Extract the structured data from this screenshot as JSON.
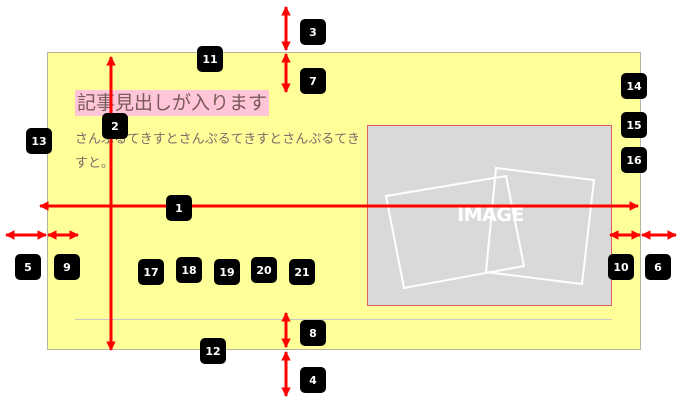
{
  "heading": "記事見出しが入ります",
  "body_text": "さんぷるてきすとさんぷるてきすとさんぷるてきすと。",
  "image_label": "IMAGE",
  "colors": {
    "card_bg": "#ffff99",
    "heading_bg": "#ffc6d9",
    "image_bg": "#d9d9d9",
    "image_border": "#e06060",
    "arrow": "#ff0000",
    "badge": "#000000"
  },
  "badges": {
    "b1": "1",
    "b2": "2",
    "b3": "3",
    "b4": "4",
    "b5": "5",
    "b6": "6",
    "b7": "7",
    "b8": "8",
    "b9": "9",
    "b10": "10",
    "b11": "11",
    "b12": "12",
    "b13": "13",
    "b14": "14",
    "b15": "15",
    "b16": "16",
    "b17": "17",
    "b18": "18",
    "b19": "19",
    "b20": "20",
    "b21": "21"
  }
}
